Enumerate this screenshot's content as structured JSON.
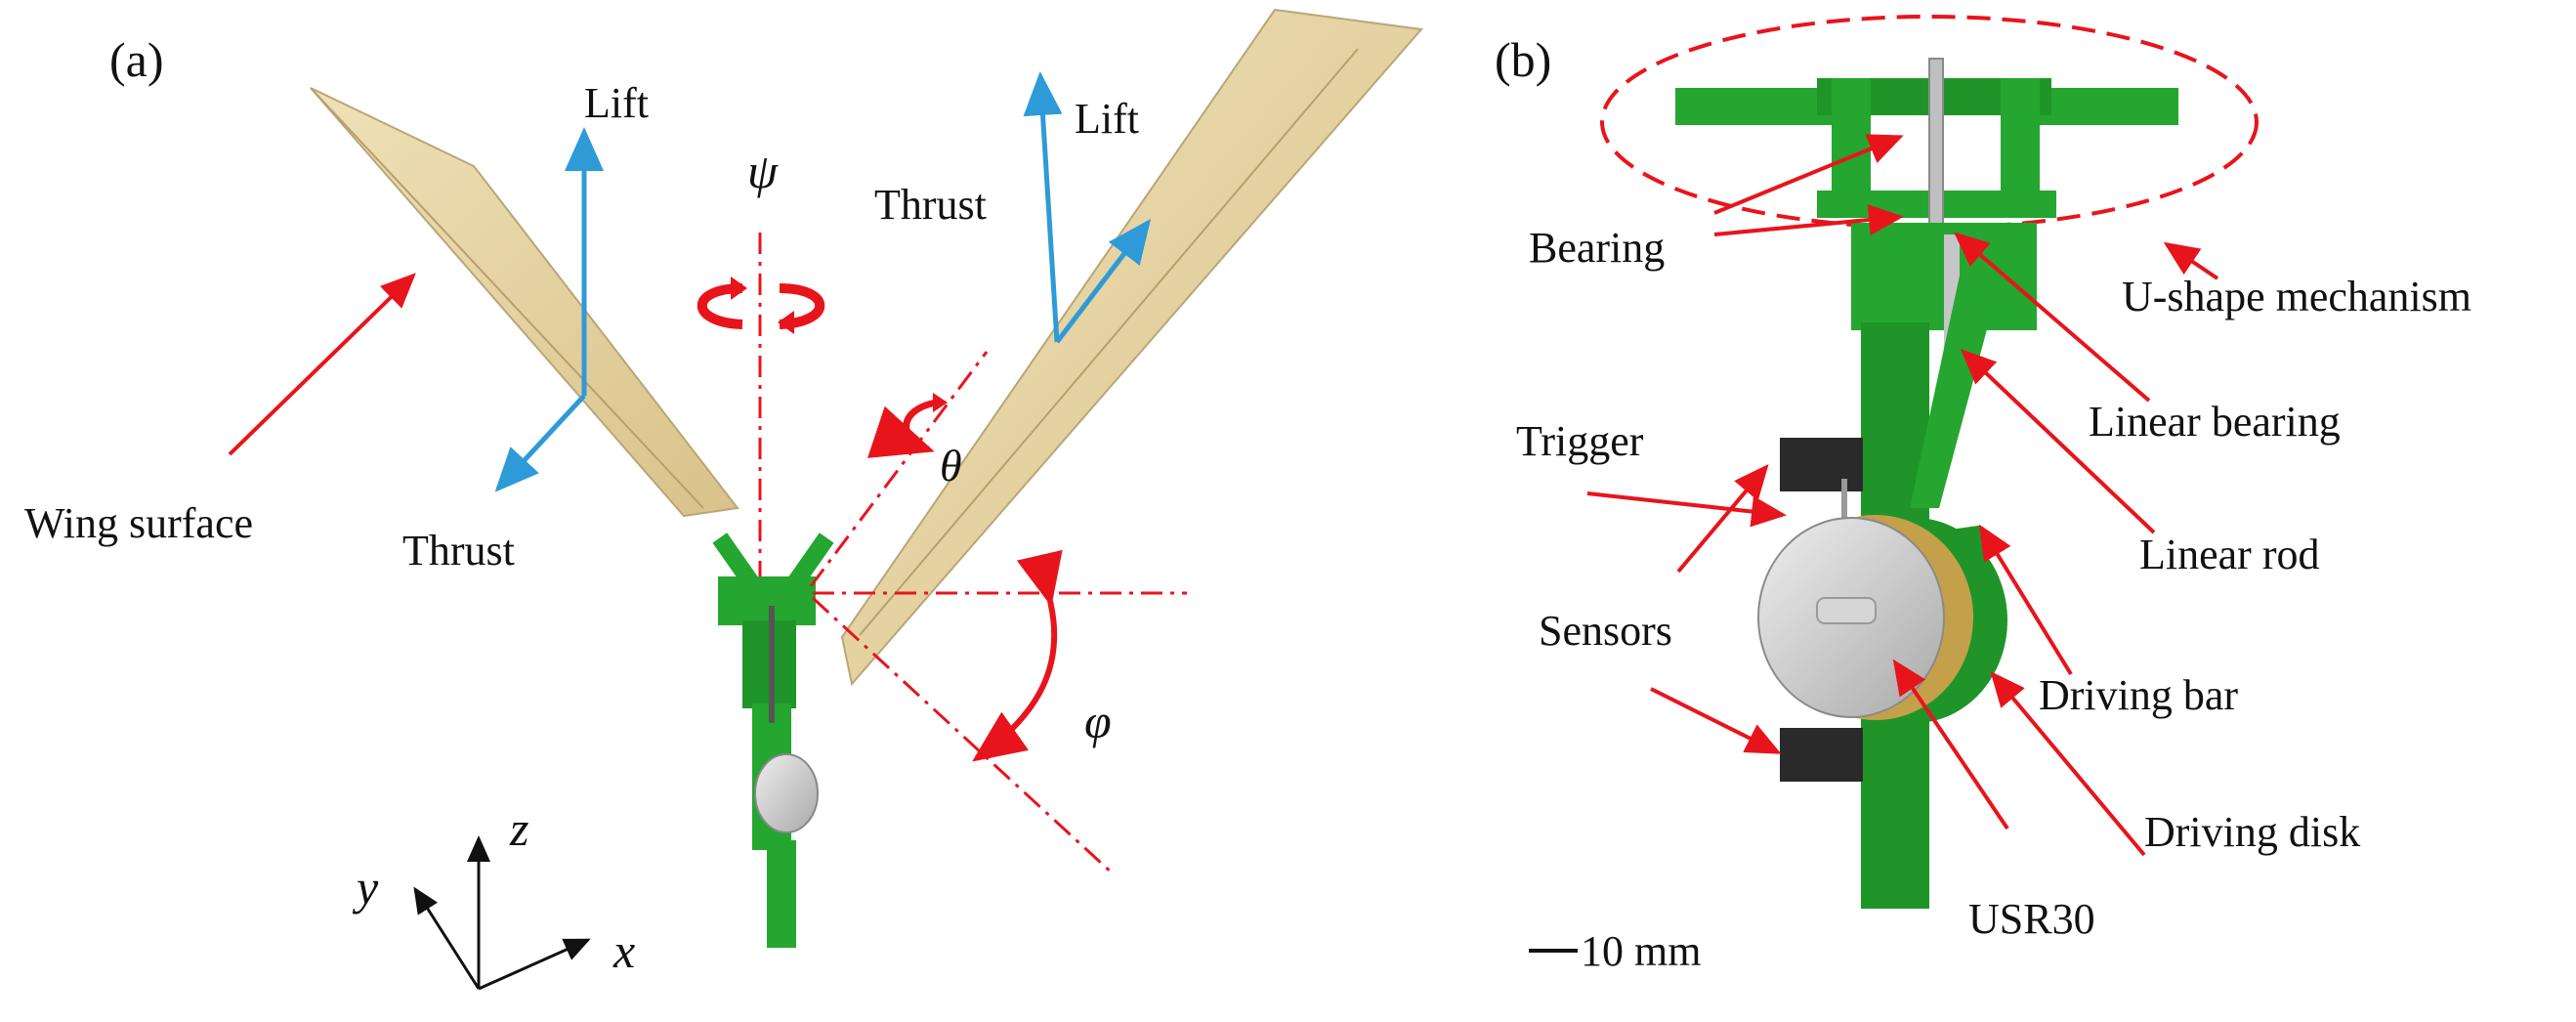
{
  "panel_a": {
    "tag": "(a)",
    "lift_left": "Lift",
    "lift_right": "Lift",
    "thrust_left": "Thrust",
    "thrust_right": "Thrust",
    "psi": "ψ",
    "theta": "θ",
    "phi": "φ",
    "wing_surface": "Wing surface",
    "axis_x": "x",
    "axis_y": "y",
    "axis_z": "z"
  },
  "panel_b": {
    "tag": "(b)",
    "bearing": "Bearing",
    "u_shape": "U-shape mechanism",
    "linear_bearing": "Linear bearing",
    "trigger": "Trigger",
    "linear_rod": "Linear rod",
    "sensors": "Sensors",
    "driving_bar": "Driving bar",
    "driving_disk": "Driving disk",
    "usr30": "USR30",
    "scale": "10 mm"
  },
  "colors": {
    "annotation_red": "#e8141c",
    "force_blue": "#2e9ad8",
    "wing_tan": "#e8d6a8",
    "mechanism_green": "#24a630",
    "sensor_black": "#2a2a2a"
  }
}
